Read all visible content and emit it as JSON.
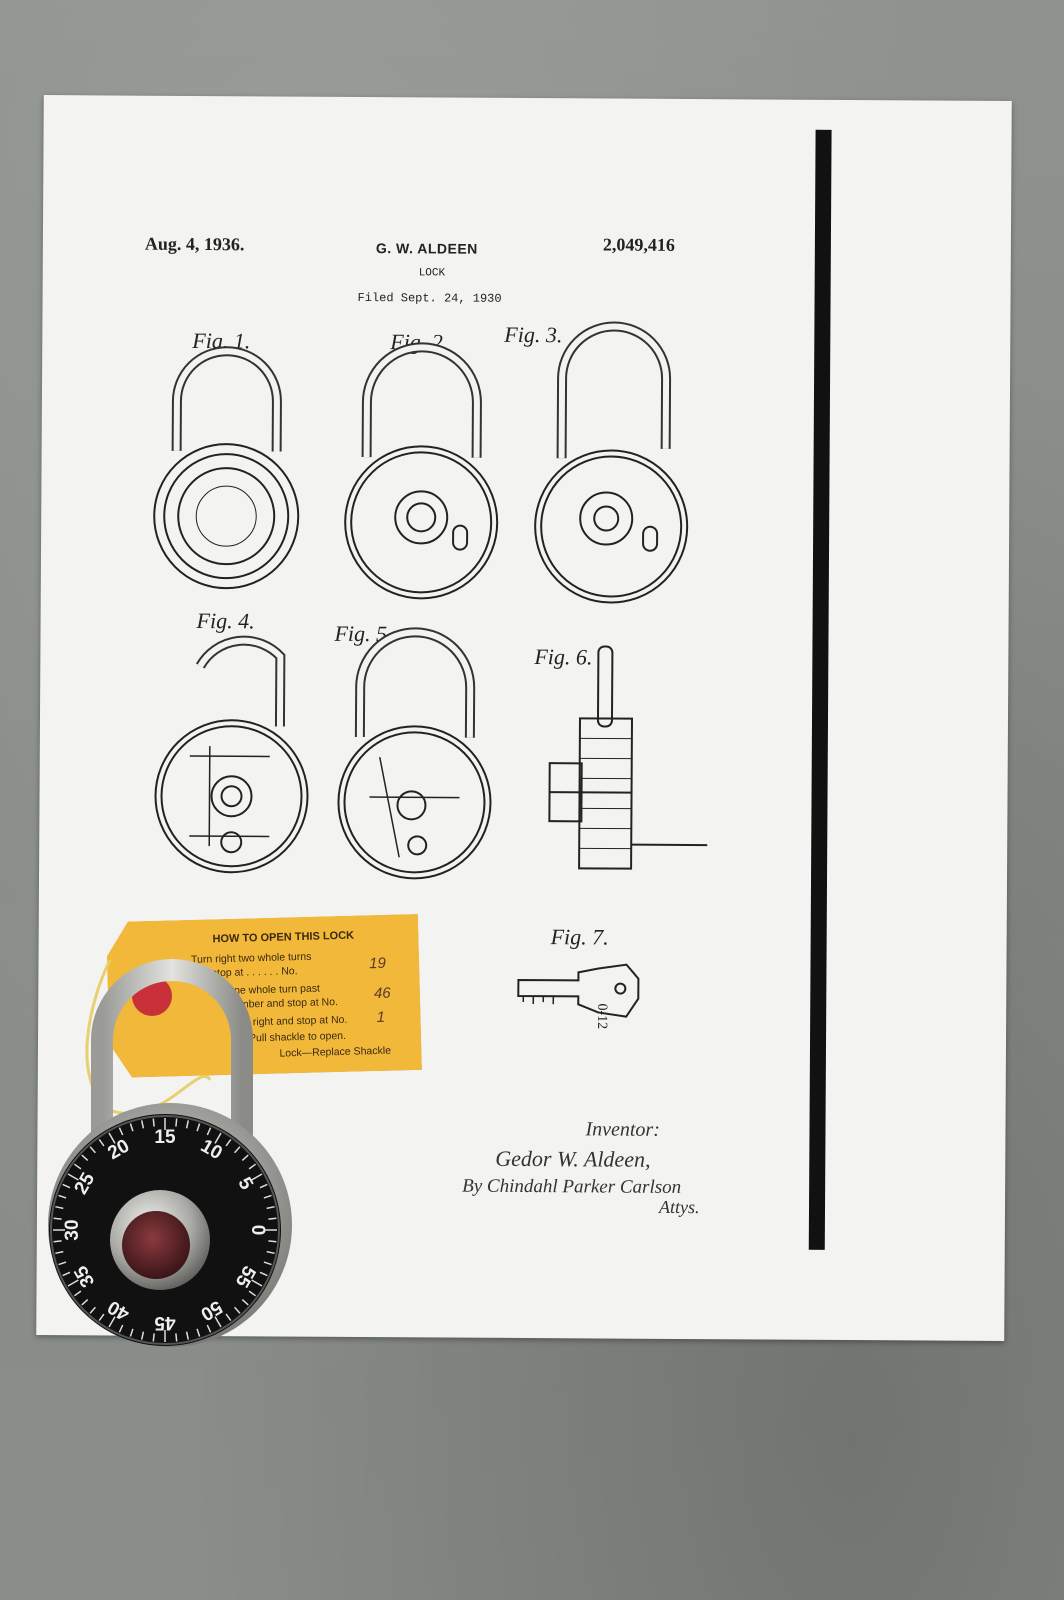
{
  "patent": {
    "date": "Aug. 4, 1936.",
    "inventor_header": "G. W. ALDEEN",
    "number": "2,049,416",
    "title": "LOCK",
    "filed": "Filed Sept. 24, 1930"
  },
  "figures": [
    "Fig. 1.",
    "Fig. 2.",
    "Fig. 3.",
    "Fig. 4.",
    "Fig. 5.",
    "Fig. 6.",
    "Fig. 7."
  ],
  "key_text": "0-12",
  "signature": {
    "inventor_label": "Inventor:",
    "name": "Gedor W. Aldeen,",
    "by": "By Chindahl Parker Carlson",
    "attys": "Attys."
  },
  "tag": {
    "heading": "HOW TO OPEN THIS LOCK",
    "line1": "Turn right two whole turns",
    "line2": "and stop at . . . . . . No.",
    "value1": "19",
    "line3": "Left one whole turn past",
    "line4": "number and stop at No.",
    "value2": "46",
    "line5": "Turn right and stop at No.",
    "value3": "1",
    "line6": "Pull shackle to open.",
    "line7": "Lock—Replace Shackle"
  },
  "dial_numbers": [
    "0",
    "5",
    "10",
    "15",
    "20",
    "25",
    "30",
    "35",
    "40",
    "45",
    "50",
    "55"
  ],
  "colors": {
    "background": "#8d918d",
    "paper": "#f3f3f1",
    "tag": "#f2b83a",
    "dial": "#111111"
  }
}
